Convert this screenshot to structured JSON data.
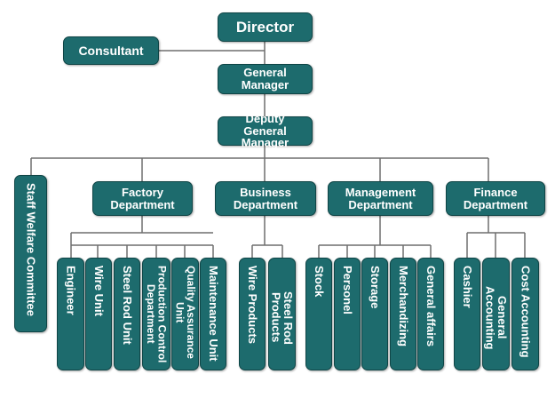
{
  "director": "Director",
  "consultant": "Consultant",
  "general_manager": "General Manager",
  "deputy_general_manager": "Deputy\nGeneral Manager",
  "staff_welfare_committee": "Staff Welfare Committee",
  "departments": {
    "factory": {
      "label": "Factory\nDepartment",
      "units": [
        "Engineer",
        "Wire Unit",
        "Steel Rod Unit",
        "Production Control\nDepartment",
        "Quality Assurance\nUnit",
        "Maintenance Unit"
      ]
    },
    "business": {
      "label": "Business\nDepartment",
      "units": [
        "Wire Products",
        "Steel Rod Products"
      ]
    },
    "management": {
      "label": "Management\nDepartment",
      "units": [
        "Stock",
        "Personel",
        "Storage",
        "Merchandizing",
        "General affairs"
      ]
    },
    "finance": {
      "label": "Finance\nDepartment",
      "units": [
        "Cashier",
        "General Accounting",
        "Cost Accounting"
      ]
    }
  },
  "colors": {
    "box_fill": "#1d6b6d",
    "box_border": "#0f4546",
    "line": "#6e6e6e"
  }
}
